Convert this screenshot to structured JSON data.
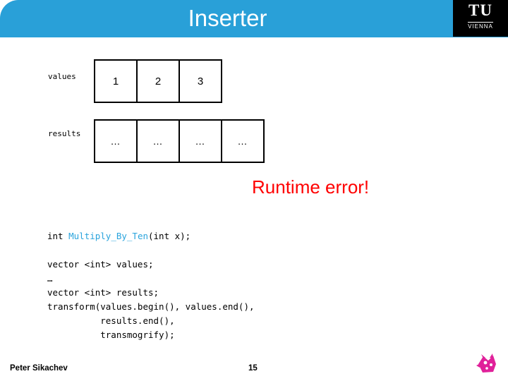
{
  "header": {
    "title": "Inserter",
    "logo_primary": "TU",
    "logo_secondary": "VIENNA",
    "band_color": "#29a0d8"
  },
  "diagram": {
    "rows": [
      {
        "label": "values",
        "cells": [
          "1",
          "2",
          "3"
        ]
      },
      {
        "label": "results",
        "cells": [
          "…",
          "…",
          "…",
          "…"
        ]
      }
    ]
  },
  "annotation": {
    "runtime_error": "Runtime error!",
    "error_color": "#ff0000"
  },
  "code": {
    "signature_line": "int Multiply_By_Ten(int x);",
    "sig_parts": {
      "ret": "int ",
      "name": "Multiply_By_Ten",
      "args": "(int x);"
    },
    "body_lines": [
      "vector <int> values;",
      "…",
      "vector <int> results;",
      "transform(values.begin(), values.end(),",
      "          results.end(),",
      "          transmogrify);"
    ]
  },
  "footer": {
    "author": "Peter Sikachev",
    "page_number": "15"
  }
}
